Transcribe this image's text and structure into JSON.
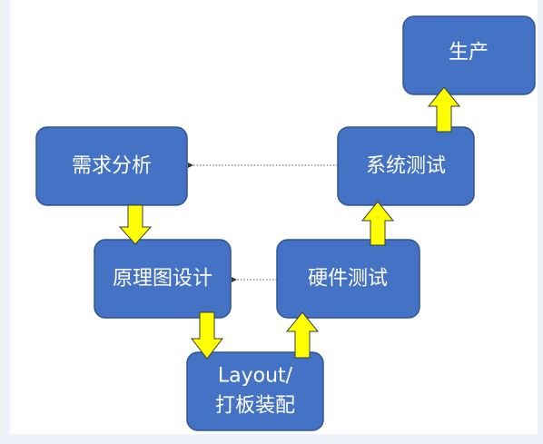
{
  "diagram": {
    "nodes": {
      "requirements": "需求分析",
      "schematic": "原理图设计",
      "layout_line1": "Layout/",
      "layout_line2": "打板装配",
      "hw_test": "硬件测试",
      "sys_test": "系统测试",
      "production": "生产"
    },
    "colors": {
      "box_fill": "#4472c4",
      "box_border": "#2f5597",
      "box_text": "#ffffff",
      "arrow_fill": "#ffff00",
      "arrow_border": "#3a3a3a",
      "dotted_line": "#555555"
    }
  }
}
